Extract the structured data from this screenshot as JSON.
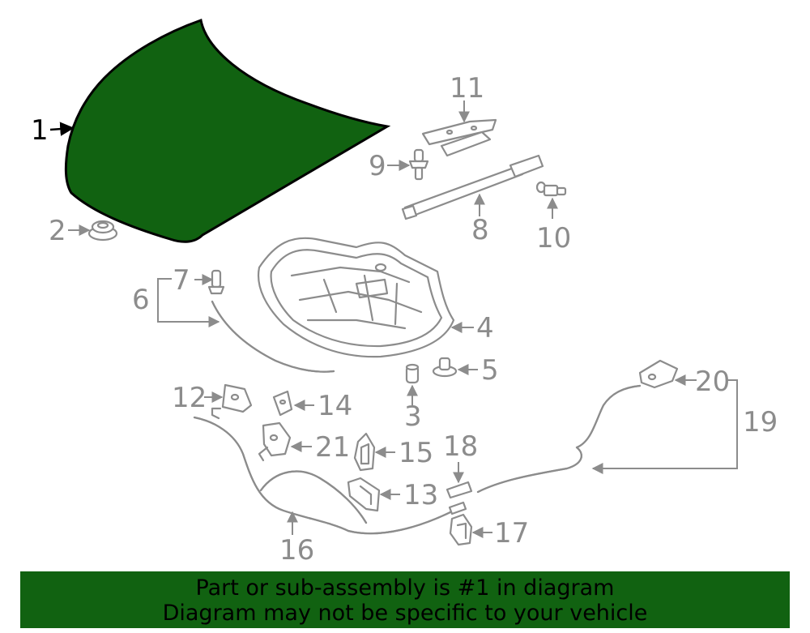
{
  "colors": {
    "highlight_part": "#116211",
    "banner_background": "#116211",
    "line_art": "#8c8c8c",
    "highlight_callout": "#000000"
  },
  "callouts": {
    "c1": "1",
    "c2": "2",
    "c3": "3",
    "c4": "4",
    "c5": "5",
    "c6": "6",
    "c7": "7",
    "c8": "8",
    "c9": "9",
    "c10": "10",
    "c11": "11",
    "c12": "12",
    "c13": "13",
    "c14": "14",
    "c15": "15",
    "c16": "16",
    "c17": "17",
    "c18": "18",
    "c19": "19",
    "c20": "20",
    "c21": "21"
  },
  "banner": {
    "line1": "Part or sub-assembly is #1 in diagram",
    "line2": "Diagram may not be specific to your vehicle"
  }
}
